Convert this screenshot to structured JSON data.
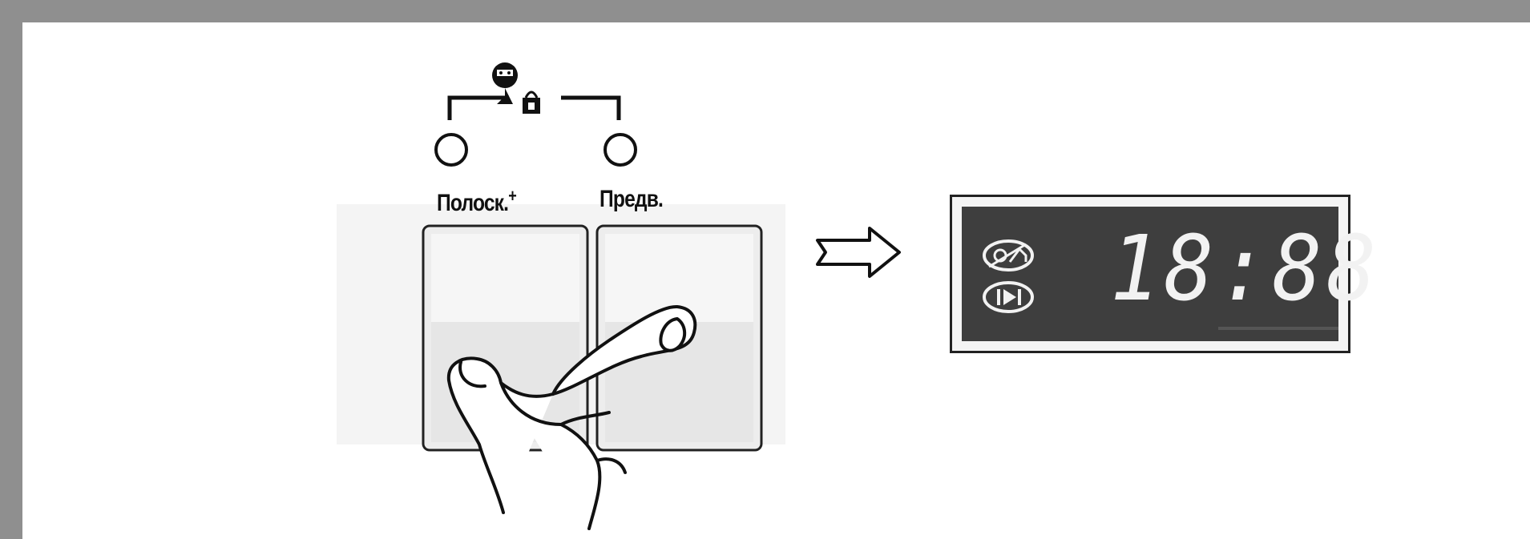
{
  "buttons": {
    "left_label": "Полоск.",
    "left_label_sup": "+",
    "right_label": "Предв."
  },
  "display": {
    "time": "18:88"
  },
  "icons": {
    "combo_icon": "child-lock-icon",
    "arrow_icon": "right-arrow-icon",
    "display_icon_top": "remaining-time-icon",
    "display_icon_bottom": "start-pause-icon",
    "hand_icon": "hand-pressing-icon"
  },
  "colors": {
    "frame": "#8f8f8f",
    "display_bg": "#3e3e3e",
    "display_text": "#f2f2f2"
  }
}
